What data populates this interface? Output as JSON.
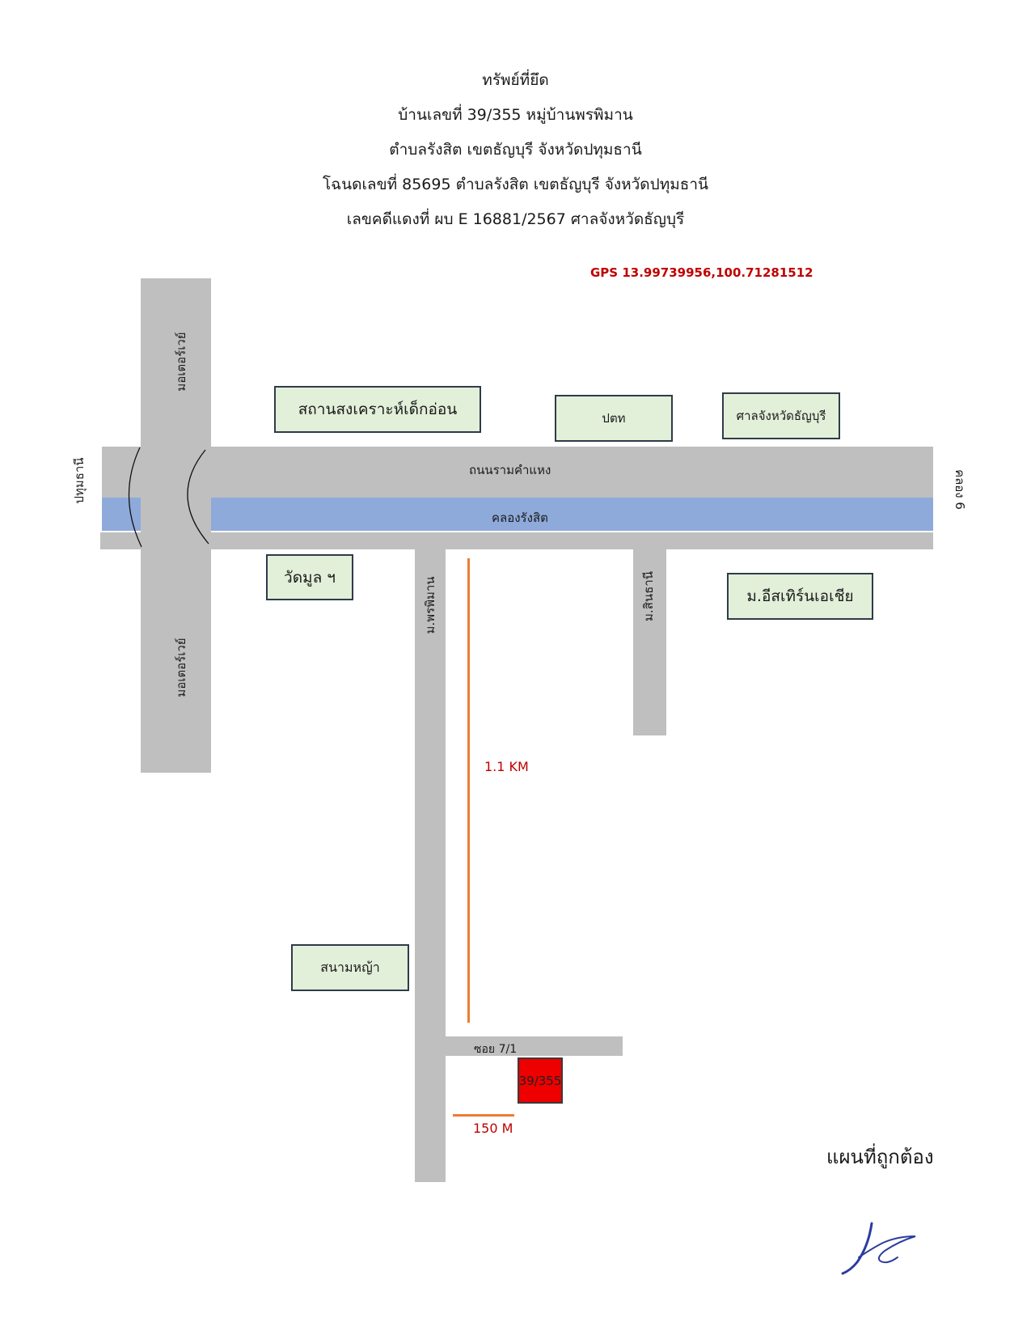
{
  "header": {
    "line1": "ทรัพย์ที่ยึด",
    "line2": "บ้านเลขที่  39/355 หมู่บ้านพรพิมาน",
    "line3": "ตำบลรังสิต เขตธัญบุรี จังหวัดปทุมธานี",
    "line4": "โฉนดเลขที่ 85695 ตำบลรังสิต เขตธัญบุรี จังหวัดปทุมธานี",
    "line5": "เลขคดีแดงที่ ผบ E 16881/2567 ศาลจังหวัดธัญบุรี"
  },
  "gps": "GPS 13.99739956,100.71281512",
  "roads": {
    "motorway_top": "มอเตอร์เวย์",
    "motorway_bottom": "มอเตอร์เวย์",
    "pathum_thani": "ปทุมธานี",
    "ramkhamhaeng": "ถนนรามคำแหง",
    "khlong_rangsit": "คลองรังสิต",
    "khlong6": "คลอง 6",
    "phonphiman": "ม.พรพิมาน",
    "sinthani": "ม.สินธานี",
    "soi": "ซอย 7/1"
  },
  "landmarks": {
    "orphanage": "สถานสงเคราะห์เด็กอ่อน",
    "gas_station": "ปตท",
    "court": "ศาลจังหวัดธัญบุรี",
    "temple": "วัดมูล ฯ",
    "university": "ม.อีสเทิร์นเอเชีย",
    "field": "สนามหญ้า"
  },
  "distances": {
    "long": "1.1 KM",
    "short": "150 M"
  },
  "house_label": "39/355",
  "correct_map": "แผนที่ถูกต้อง",
  "colors": {
    "road": "#bfbfbf",
    "canal": "#8eaadb",
    "landmark_fill": "#e2efd9",
    "house": "#ee0000",
    "distance_line": "#ed7d31",
    "highlight_text": "#c00000"
  }
}
